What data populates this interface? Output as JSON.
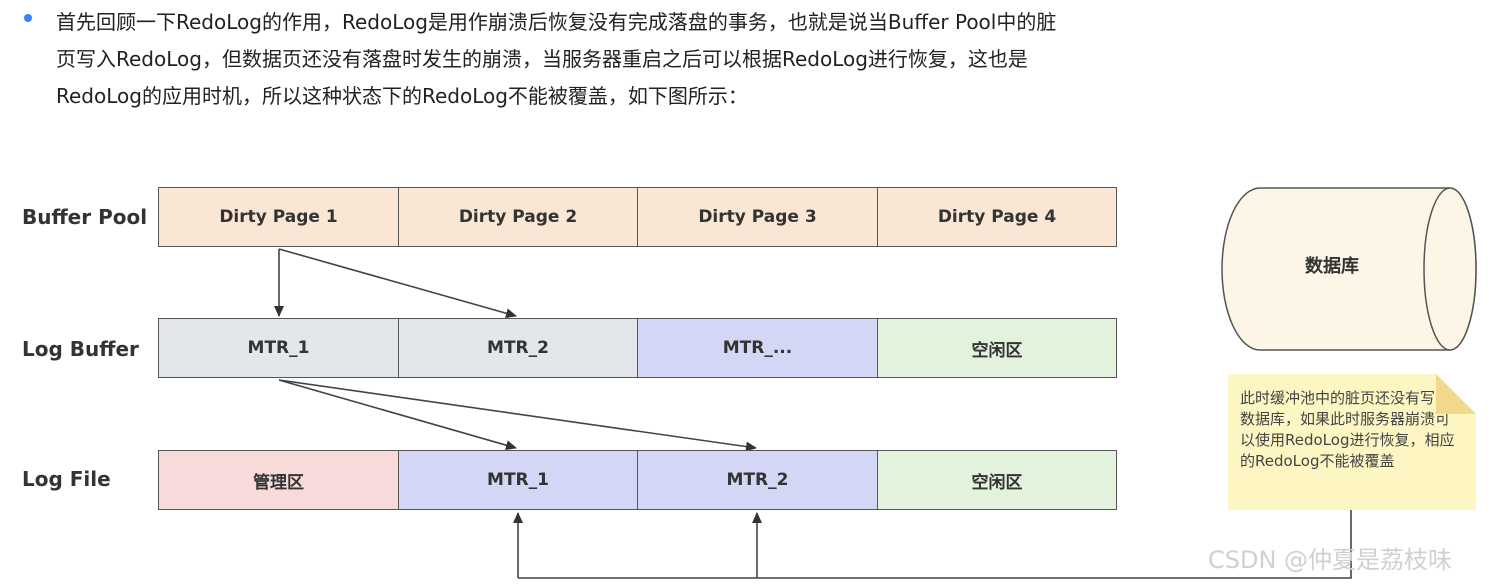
{
  "paragraph": {
    "text": "首先回顾一下RedoLog的作用，RedoLog是用作崩溃后恢复没有完成落盘的事务，也就是说当Buffer Pool中的脏页写入RedoLog，但数据页还没有落盘时发生的崩溃，当服务器重启之后可以根据RedoLog进行恢复，这也是RedoLog的应用时机，所以这种状态下的RedoLog不能被覆盖，如下图所示："
  },
  "diagram": {
    "rows": [
      {
        "label": "Buffer Pool",
        "cells": [
          "Dirty Page 1",
          "Dirty Page 2",
          "Dirty Page 3",
          "Dirty Page 4"
        ],
        "colors": [
          "#fae6d4",
          "#fae6d4",
          "#fae6d4",
          "#fae6d4"
        ]
      },
      {
        "label": "Log Buffer",
        "cells": [
          "MTR_1",
          "MTR_2",
          "MTR_...",
          "空闲区"
        ],
        "colors": [
          "#e3e7ea",
          "#e3e7ea",
          "#d4d6f5",
          "#e3f2dc"
        ]
      },
      {
        "label": "Log File",
        "cells": [
          "管理区",
          "MTR_1",
          "MTR_2",
          "空闲区"
        ],
        "colors": [
          "#f8dada",
          "#d4d6f5",
          "#d4d6f5",
          "#e3f2dc"
        ]
      }
    ],
    "database_label": "数据库",
    "note": "此时缓冲池中的脏页还没有写入数据库，如果此时服务器崩溃可以使用RedoLog进行恢复，相应的RedoLog不能被覆盖"
  },
  "watermark": "CSDN @仲夏是荔枝味"
}
